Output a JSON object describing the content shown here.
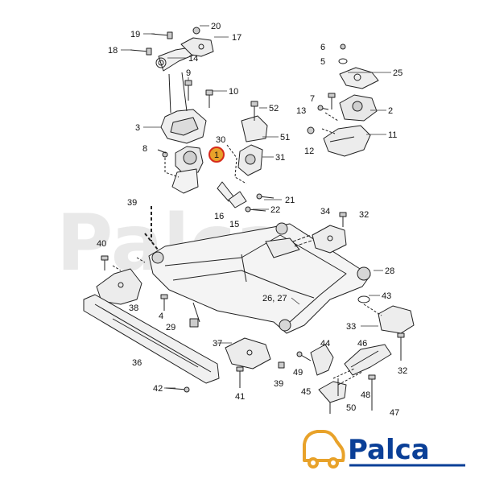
{
  "diagram": {
    "callouts": [
      {
        "id": "c19",
        "text": "19"
      },
      {
        "id": "c20",
        "text": "20"
      },
      {
        "id": "c17",
        "text": "17"
      },
      {
        "id": "c18",
        "text": "18"
      },
      {
        "id": "c14",
        "text": "14"
      },
      {
        "id": "c9",
        "text": "9"
      },
      {
        "id": "c10",
        "text": "10"
      },
      {
        "id": "c3",
        "text": "3"
      },
      {
        "id": "c8",
        "text": "8"
      },
      {
        "id": "c52",
        "text": "52"
      },
      {
        "id": "c30",
        "text": "30"
      },
      {
        "id": "c51",
        "text": "51"
      },
      {
        "id": "c31",
        "text": "31"
      },
      {
        "id": "c6",
        "text": "6"
      },
      {
        "id": "c5",
        "text": "5"
      },
      {
        "id": "c25",
        "text": "25"
      },
      {
        "id": "c7",
        "text": "7"
      },
      {
        "id": "c13",
        "text": "13"
      },
      {
        "id": "c2",
        "text": "2"
      },
      {
        "id": "c11",
        "text": "11"
      },
      {
        "id": "c12",
        "text": "12"
      },
      {
        "id": "c39a",
        "text": "39"
      },
      {
        "id": "c16",
        "text": "16"
      },
      {
        "id": "c15",
        "text": "15"
      },
      {
        "id": "c21",
        "text": "21"
      },
      {
        "id": "c22",
        "text": "22"
      },
      {
        "id": "c34",
        "text": "34"
      },
      {
        "id": "c32a",
        "text": "32"
      },
      {
        "id": "c40",
        "text": "40"
      },
      {
        "id": "c28",
        "text": "28"
      },
      {
        "id": "c38",
        "text": "38"
      },
      {
        "id": "c4",
        "text": "4"
      },
      {
        "id": "c43",
        "text": "43"
      },
      {
        "id": "c2627",
        "text": "26, 27"
      },
      {
        "id": "c29",
        "text": "29"
      },
      {
        "id": "c33",
        "text": "33"
      },
      {
        "id": "c37",
        "text": "37"
      },
      {
        "id": "c44",
        "text": "44"
      },
      {
        "id": "c36",
        "text": "36"
      },
      {
        "id": "c46",
        "text": "46"
      },
      {
        "id": "c49",
        "text": "49"
      },
      {
        "id": "c32b",
        "text": "32"
      },
      {
        "id": "c39b",
        "text": "39"
      },
      {
        "id": "c42",
        "text": "42"
      },
      {
        "id": "c45",
        "text": "45"
      },
      {
        "id": "c41",
        "text": "41"
      },
      {
        "id": "c48",
        "text": "48"
      },
      {
        "id": "c50",
        "text": "50"
      },
      {
        "id": "c47",
        "text": "47"
      }
    ],
    "highlight": {
      "text": "1",
      "color": "#e8a22a",
      "ring": "#d62a1a"
    }
  },
  "logo": {
    "text": "Palca",
    "color": "#0a3f97"
  },
  "watermark": {
    "text": "Palca"
  }
}
